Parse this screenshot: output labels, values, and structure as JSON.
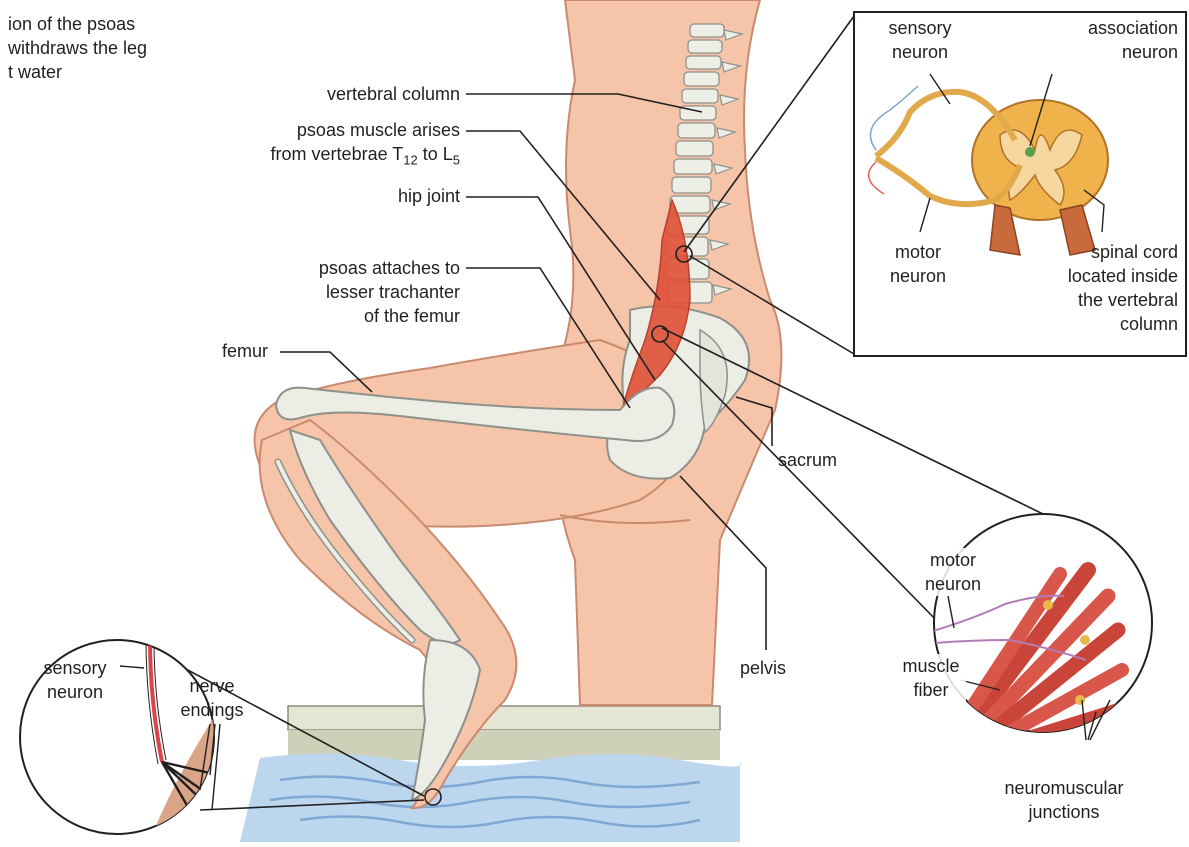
{
  "caption": {
    "line1": "ion of the psoas",
    "line2": "withdraws the leg",
    "line3": "t water"
  },
  "labels": {
    "vertebral_column": "vertebral column",
    "psoas_arises_line1": "psoas muscle arises",
    "psoas_arises_prefix": "from vertebrae T",
    "psoas_arises_sub1": "12",
    "psoas_arises_mid": " to L",
    "psoas_arises_sub2": "5",
    "hip_joint": "hip joint",
    "psoas_attaches_line1": "psoas attaches to",
    "psoas_attaches_line2": "lesser trachanter",
    "psoas_attaches_line3": "of the femur",
    "femur": "femur",
    "sacrum": "sacrum",
    "pelvis": "pelvis"
  },
  "spinal_inset": {
    "sensory_line1": "sensory",
    "sensory_line2": "neuron",
    "association_line1": "association",
    "association_line2": "neuron",
    "motor_line1": "motor",
    "motor_line2": "neuron",
    "cord_line1": "spinal cord",
    "cord_line2": "located inside",
    "cord_line3": "the vertebral",
    "cord_line4": "column"
  },
  "muscle_inset": {
    "motor_line1": "motor",
    "motor_line2": "neuron",
    "fiber_line1": "muscle",
    "fiber_line2": "fiber",
    "nmj_line1": "neuromuscular",
    "nmj_line2": "junctions"
  },
  "foot_inset": {
    "sensory_line1": "sensory",
    "sensory_line2": "neuron",
    "nerve_line1": "nerve",
    "nerve_line2": "endings"
  },
  "colors": {
    "skin": "#f5c1a6",
    "skin_shadow": "#e39c80",
    "bone": "#ecede5",
    "bone_outline": "#8e918a",
    "muscle": "#d9452c",
    "water": "#a9c8e8",
    "ledge": "#d7d8c3",
    "leader": "#231f20"
  }
}
